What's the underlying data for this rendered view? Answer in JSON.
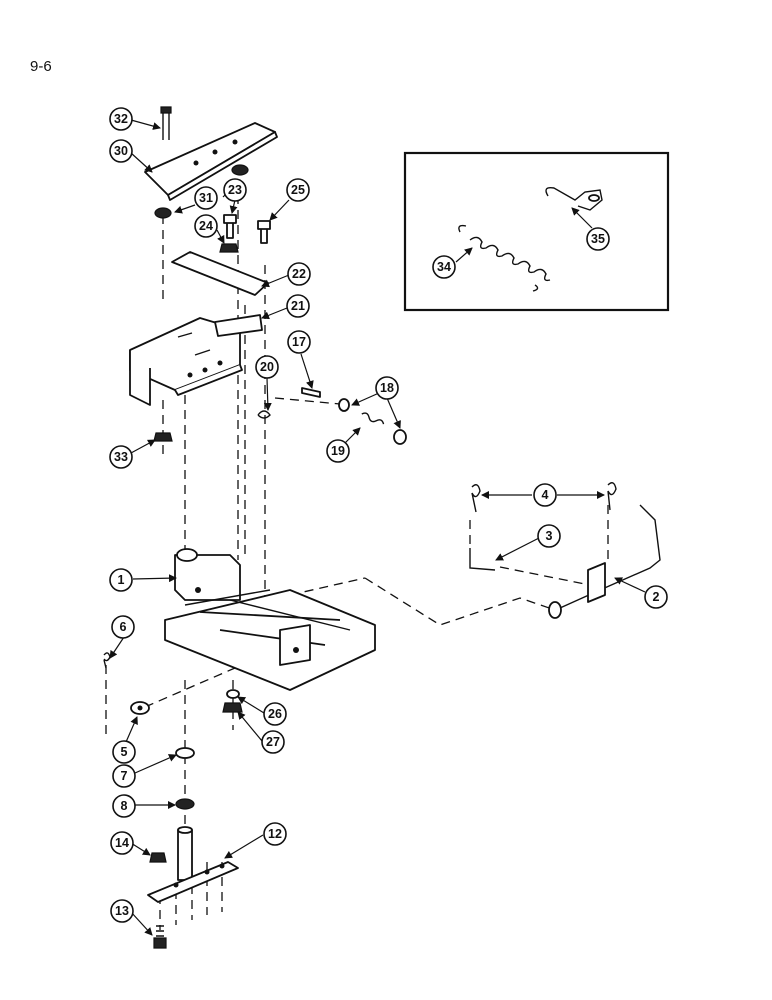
{
  "page": {
    "reference": "9-6"
  },
  "callouts": [
    "32",
    "30",
    "31",
    "23",
    "25",
    "24",
    "22",
    "21",
    "17",
    "20",
    "18",
    "19",
    "33",
    "4",
    "3",
    "1",
    "2",
    "6",
    "5",
    "26",
    "27",
    "7",
    "8",
    "12",
    "14",
    "13",
    "34",
    "35"
  ]
}
